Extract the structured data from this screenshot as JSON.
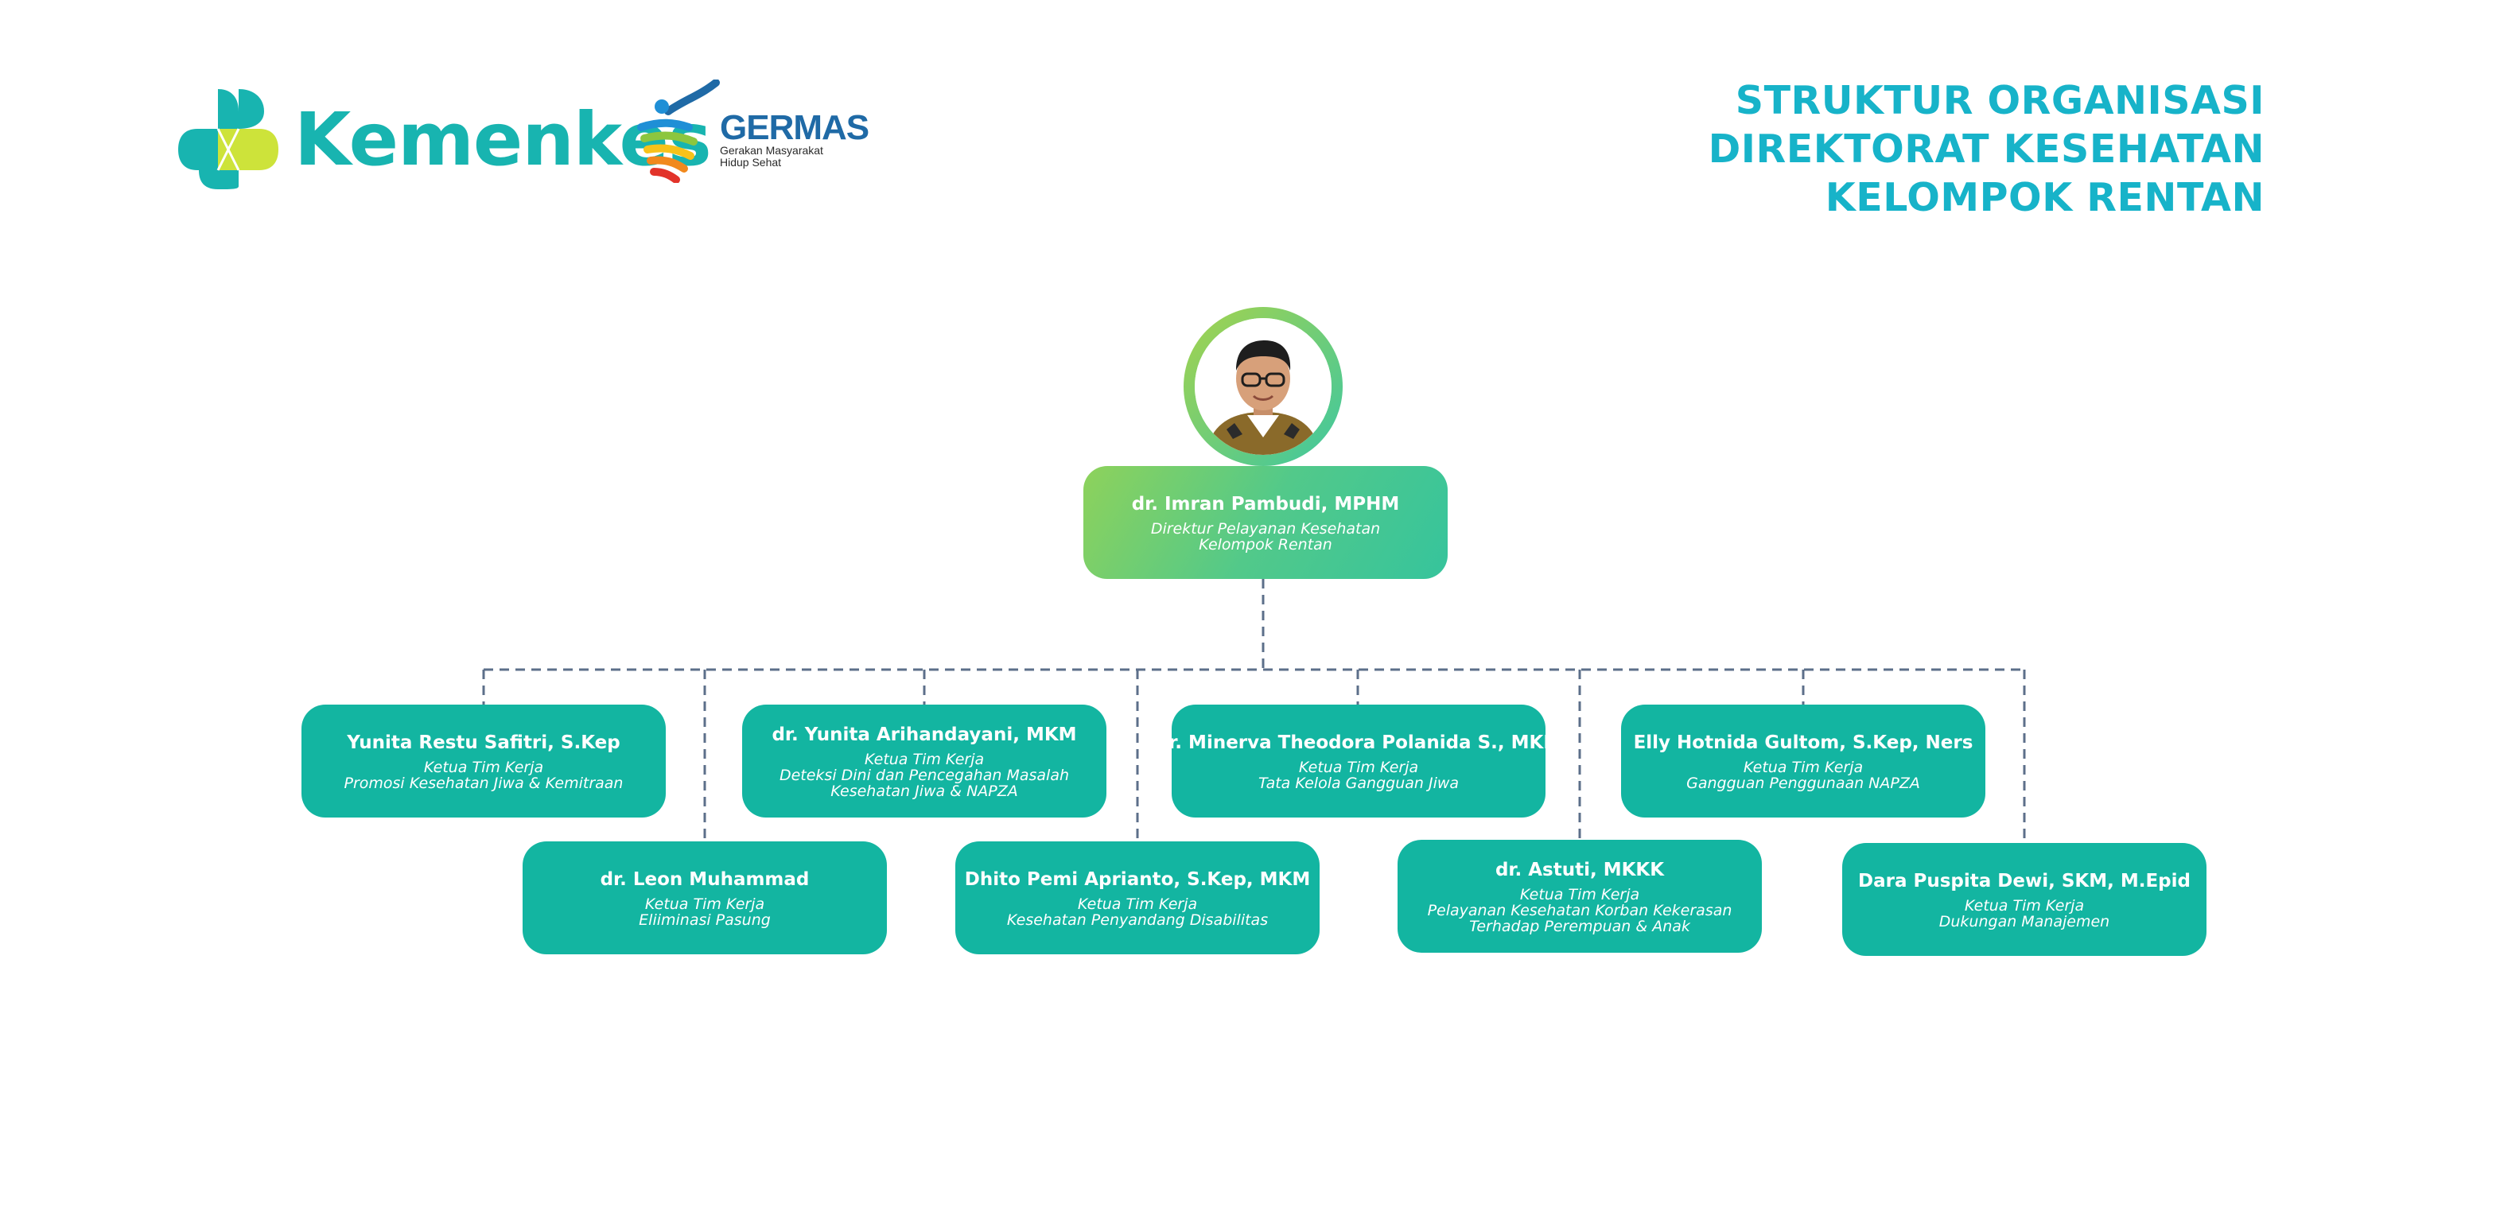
{
  "header": {
    "logo_text": "Kemenkes",
    "germas": {
      "name": "GERMAS",
      "tagline_line1": "Gerakan Masyarakat",
      "tagline_line2": "Hidup Sehat"
    },
    "title_lines": [
      "STRUKTUR ORGANISASI",
      "DIREKTORAT KESEHATAN",
      "KELOMPOK RENTAN"
    ]
  },
  "colors": {
    "teal_box": "#13b5a1",
    "title": "#17b3c9",
    "director_from": "#8ed25b",
    "director_to": "#36c49c",
    "connector": "#5c6f8a"
  },
  "director": {
    "name": "dr. Imran Pambudi, MPHM",
    "role_lines": [
      "Direktur Pelayanan Kesehatan",
      "Kelompok Rentan"
    ]
  },
  "teams": [
    {
      "name": "Yunita Restu Safitri, S.Kep",
      "role_lines": [
        "Ketua Tim Kerja",
        "Promosi Kesehatan Jiwa & Kemitraan"
      ]
    },
    {
      "name": "dr. Leon Muhammad",
      "role_lines": [
        "Ketua Tim Kerja",
        "Eliiminasi Pasung"
      ]
    },
    {
      "name": "dr. Yunita Arihandayani, MKM",
      "role_lines": [
        "Ketua Tim Kerja",
        "Deteksi Dini dan Pencegahan Masalah",
        "Kesehatan Jiwa & NAPZA"
      ]
    },
    {
      "name": "Dhito Pemi Aprianto, S.Kep, MKM",
      "role_lines": [
        "Ketua Tim Kerja",
        "Kesehatan Penyandang Disabilitas"
      ]
    },
    {
      "name": "dr. Minerva Theodora Polanida S., MKM",
      "role_lines": [
        "Ketua Tim Kerja",
        "Tata Kelola Gangguan Jiwa"
      ]
    },
    {
      "name": "dr. Astuti, MKKK",
      "role_lines": [
        "Ketua Tim Kerja",
        "Pelayanan Kesehatan Korban Kekerasan",
        "Terhadap Perempuan & Anak"
      ]
    },
    {
      "name": "Elly Hotnida Gultom, S.Kep, Ners",
      "role_lines": [
        "Ketua Tim Kerja",
        "Gangguan Penggunaan NAPZA"
      ]
    },
    {
      "name": "Dara Puspita Dewi, SKM, M.Epid",
      "role_lines": [
        "Ketua Tim Kerja",
        "Dukungan Manajemen"
      ]
    }
  ]
}
